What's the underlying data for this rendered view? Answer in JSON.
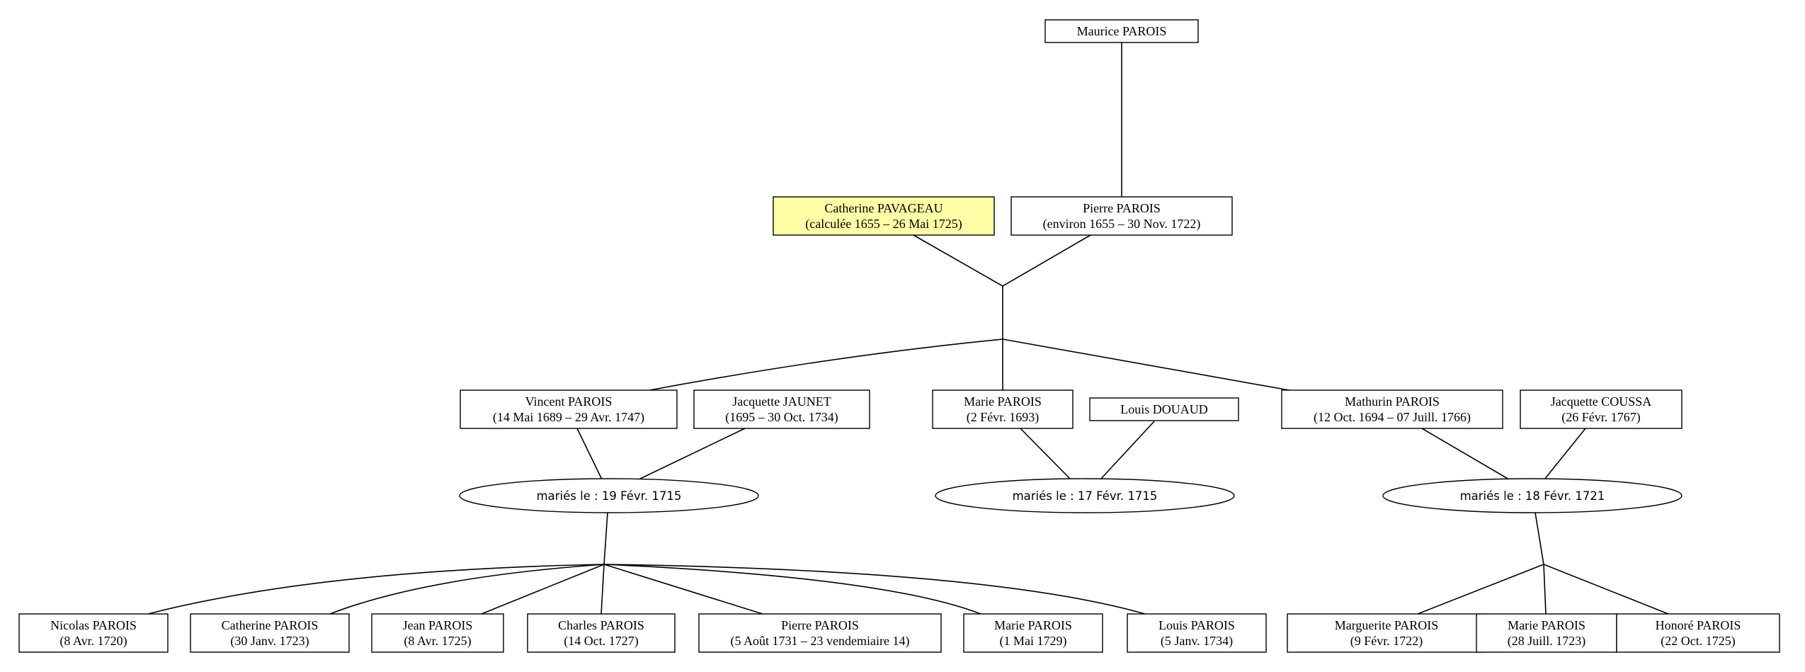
{
  "persons": {
    "maurice": {
      "name": "Maurice PAROIS",
      "dates": ""
    },
    "catherine_pavageau": {
      "name": "Catherine PAVAGEAU",
      "dates": "(calculée 1655 – 26 Mai 1725)",
      "highlighted": true
    },
    "pierre_sr": {
      "name": "Pierre PAROIS",
      "dates": "(environ 1655 – 30 Nov. 1722)"
    },
    "vincent": {
      "name": "Vincent PAROIS",
      "dates": "(14 Mai 1689 – 29 Avr. 1747)"
    },
    "jacquette_jaunet": {
      "name": "Jacquette JAUNET",
      "dates": "(1695 – 30 Oct. 1734)"
    },
    "marie_1693": {
      "name": "Marie PAROIS",
      "dates": "(2 Févr. 1693)"
    },
    "louis_douaud": {
      "name": "Louis DOUAUD",
      "dates": ""
    },
    "mathurin": {
      "name": "Mathurin PAROIS",
      "dates": "(12 Oct. 1694 – 07 Juill. 1766)"
    },
    "jacquette_coussa": {
      "name": "Jacquette COUSSA",
      "dates": "(26 Févr. 1767)"
    },
    "nicolas": {
      "name": "Nicolas PAROIS",
      "dates": "(8 Avr. 1720)"
    },
    "catherine_1723": {
      "name": "Catherine PAROIS",
      "dates": "(30 Janv. 1723)"
    },
    "jean": {
      "name": "Jean PAROIS",
      "dates": "(8 Avr. 1725)"
    },
    "charles": {
      "name": "Charles PAROIS",
      "dates": "(14 Oct. 1727)"
    },
    "pierre_1731": {
      "name": "Pierre PAROIS",
      "dates": "(5 Août 1731 – 23 vendemiaire 14)"
    },
    "marie_1729": {
      "name": "Marie PAROIS",
      "dates": "(1 Mai 1729)"
    },
    "louis_1734": {
      "name": "Louis PAROIS",
      "dates": "(5 Janv. 1734)"
    },
    "marguerite": {
      "name": "Marguerite PAROIS",
      "dates": "(9 Févr. 1722)"
    },
    "marie_1723": {
      "name": "Marie PAROIS",
      "dates": "(28 Juill. 1723)"
    },
    "honore": {
      "name": "Honoré PAROIS",
      "dates": "(22 Oct. 1725)"
    }
  },
  "unions": {
    "vincent_jaunet": {
      "label": "mariés le : 19 Févr. 1715"
    },
    "marie_douaud": {
      "label": "mariés le : 17 Févr. 1715"
    },
    "mathurin_coussa": {
      "label": "mariés le : 18 Févr. 1721"
    }
  },
  "colors": {
    "highlight": "#ffffa8",
    "stroke": "#000000",
    "background": "#ffffff"
  }
}
